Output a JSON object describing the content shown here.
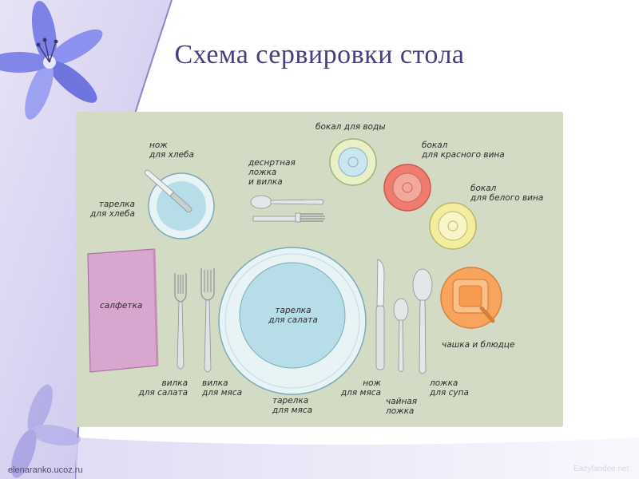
{
  "title": "Схема сервировки стола",
  "credit": "elenaranko.ucoz.ru",
  "credit_right": "Eazyfandee.net",
  "colors": {
    "panel": "#d3dbc4",
    "plate_rim": "#e8f3f6",
    "plate_inner": "#b7dde8",
    "napkin": "#d9a6cf",
    "red_wine": "#f07c70",
    "white_wine": "#f3ee9e",
    "water_glass": "#e9f0c6",
    "cup": "#f8a45c",
    "cutlery": "#dfe3e4"
  },
  "labels": {
    "bread_knife": [
      "нож",
      "для хлеба"
    ],
    "bread_plate": [
      "тарелка",
      "для хлеба"
    ],
    "dessert": [
      "деснртная",
      "ложка",
      "и вилка"
    ],
    "water_glass": [
      "бокал для воды"
    ],
    "red_wine": [
      "бокал",
      "для красного вина"
    ],
    "white_wine": [
      "бокал",
      "для белого вина"
    ],
    "napkin": [
      "салфетка"
    ],
    "salad_plate": [
      "тарелка",
      "для салата"
    ],
    "cup_saucer": [
      "чашка и блюдце"
    ],
    "salad_fork": [
      "вилка",
      "для салата"
    ],
    "meat_fork": [
      "вилка",
      "для мяса"
    ],
    "meat_plate": [
      "тарелка",
      "для мяса"
    ],
    "meat_knife": [
      "нож",
      "для мяса"
    ],
    "tea_spoon": [
      "чайная",
      "ложка"
    ],
    "soup_spoon": [
      "ложка",
      "для супа"
    ]
  }
}
